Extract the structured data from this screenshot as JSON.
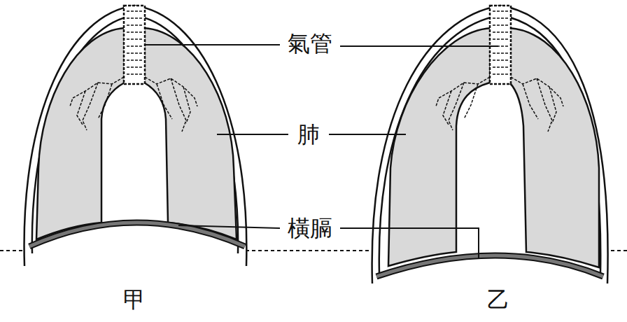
{
  "diagram": {
    "labels": [
      "氣管",
      "肺",
      "橫膈",
      "甲",
      "乙"
    ]
  }
}
